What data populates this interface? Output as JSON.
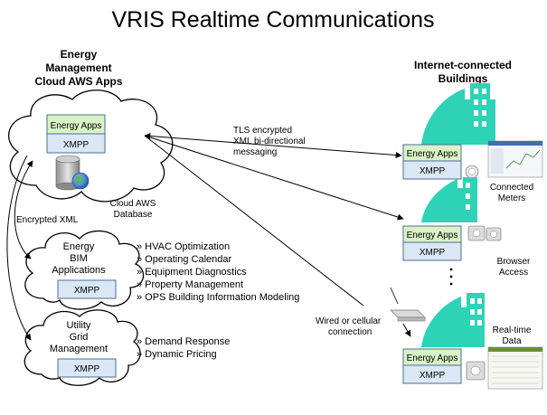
{
  "title": "VRIS Realtime Communications",
  "cloud_main": {
    "heading": [
      "Energy",
      "Management",
      "Cloud AWS Apps"
    ],
    "energy_apps": "Energy Apps",
    "xmpp": "XMPP",
    "db_label": [
      "Cloud AWS",
      "Database"
    ]
  },
  "connections": {
    "tls": [
      "TLS encrypted",
      "XML bi-directional",
      "messaging"
    ],
    "encrypted_xml": "Encrypted XML",
    "wired": [
      "Wired or cellular",
      "connection"
    ]
  },
  "bim_cloud": {
    "label": [
      "Energy",
      "BIM",
      "Applications"
    ],
    "xmpp": "XMPP",
    "bullets": [
      "» HVAC Optimization",
      "» Operating Calendar",
      "» Equipment Diagnostics",
      "» Property Management",
      "» OPS Building Information Modeling"
    ]
  },
  "grid_cloud": {
    "label": [
      "Utility",
      "Grid",
      "Management"
    ],
    "xmpp": "XMPP",
    "bullets": [
      "» Demand Response",
      "» Dynamic Pricing"
    ]
  },
  "buildings": {
    "heading": [
      "Internet-connected",
      "Buildings"
    ],
    "energy_apps": "Energy Apps",
    "xmpp": "XMPP",
    "captions": {
      "meters": [
        "Connected",
        "Meters"
      ],
      "browser": [
        "Browser",
        "Access"
      ],
      "realtime": [
        "Real-time",
        "Data"
      ]
    }
  },
  "colors": {
    "building": "#2ed3b6",
    "app_box": "#d9f2c6",
    "xmpp_box": "#dbe7f5",
    "box_border": "#4b6f95"
  }
}
